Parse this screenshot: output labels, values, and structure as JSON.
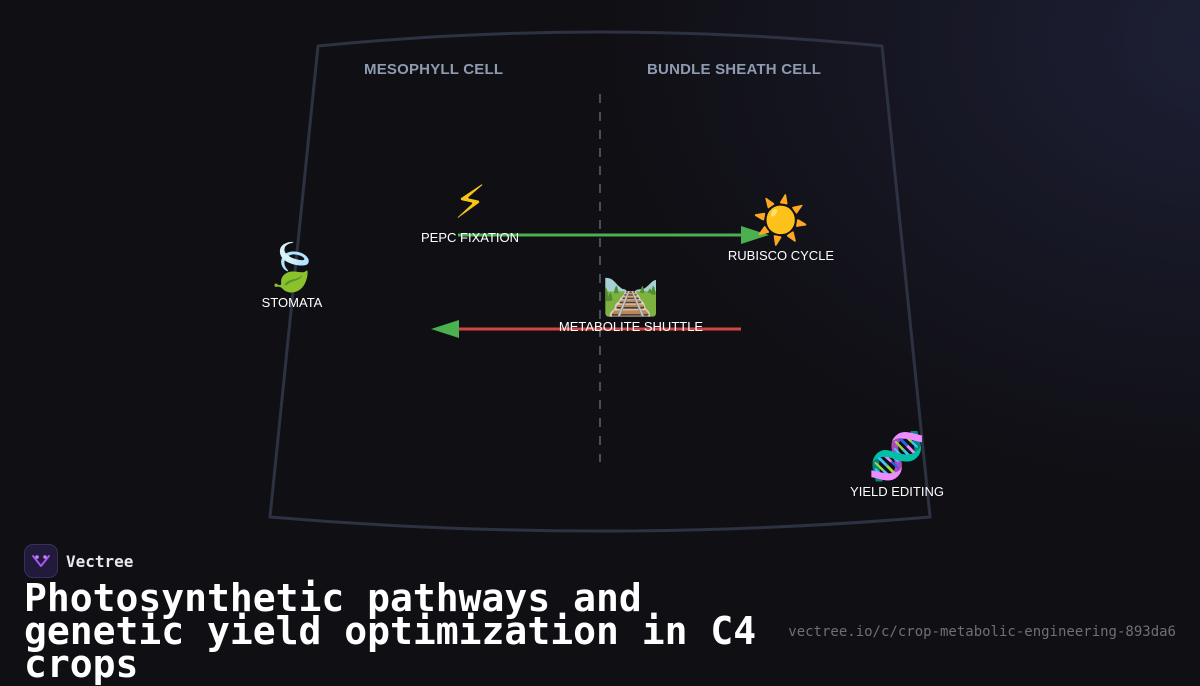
{
  "diagram": {
    "columns": {
      "left_title": "MESOPHYLL CELL",
      "right_title": "BUNDLE SHEATH CELL"
    },
    "nodes": {
      "pepc": {
        "icon": "lightning-icon",
        "glyph": "⚡",
        "label": "PEPC FIXATION"
      },
      "rubisco": {
        "icon": "sun-icon",
        "glyph": "☀️",
        "label": "RUBISCO CYCLE"
      },
      "stomata": {
        "icon": "leaf-wind-icon",
        "glyph": "🍃",
        "label": "STOMATA"
      },
      "shuttle": {
        "icon": "railway-track-icon",
        "glyph": "🛤️",
        "label": "METABOLITE SHUTTLE"
      },
      "yield": {
        "icon": "dna-icon",
        "glyph": "🧬",
        "label": "YIELD EDITING"
      }
    },
    "colors": {
      "forward_arrow": "#4caf50",
      "return_line": "#d24545",
      "boundary": "#2c3242",
      "divider": "#5a6270"
    }
  },
  "brand": {
    "name": "Vectree",
    "logo_icon": "vectree-logo-icon"
  },
  "title": "Photosynthetic pathways and genetic yield optimization in C4 crops",
  "url": "vectree.io/c/crop-metabolic-engineering-893da6"
}
